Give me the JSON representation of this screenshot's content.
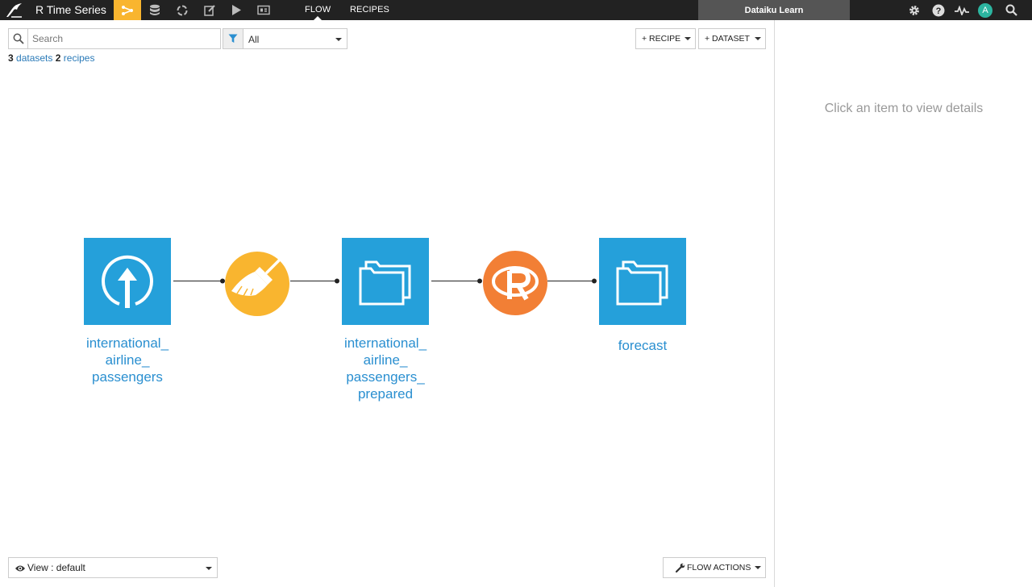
{
  "navbar": {
    "project_title": "R Time Series",
    "icons": [
      "flow-icon",
      "datasets-icon",
      "recipes-cycle-icon",
      "notebook-icon",
      "jobs-play-icon",
      "dashboard-icon"
    ],
    "tabs": [
      {
        "label": "FLOW",
        "active": true
      },
      {
        "label": "RECIPES",
        "active": false
      }
    ],
    "instance_name": "Dataiku Learn",
    "avatar_initial": "A",
    "accent_color": "#f9b52f",
    "background_color": "#222222"
  },
  "filters": {
    "search_placeholder": "Search",
    "filter_value": "All",
    "counts": {
      "datasets_count": "3",
      "datasets_label": "datasets",
      "recipes_count": "2",
      "recipes_label": "recipes"
    }
  },
  "actions": {
    "recipe_label": "+ RECIPE",
    "dataset_label": "+ DATASET",
    "flow_actions_label": "FLOW ACTIONS"
  },
  "details": {
    "placeholder": "Click an item to view details"
  },
  "view": {
    "label": "View : default"
  },
  "flow": {
    "dataset_color": "#25a0da",
    "prepare_recipe_color": "#f9b52f",
    "r_recipe_color": "#f27f35",
    "label_color": "#2a8fd0",
    "nodes": [
      {
        "kind": "dataset",
        "icon": "upload-icon",
        "label_lines": [
          "international_",
          "airline_",
          "passengers"
        ]
      },
      {
        "kind": "recipe",
        "icon": "broom-icon"
      },
      {
        "kind": "dataset",
        "icon": "folder-icon",
        "label_lines": [
          "international_",
          "airline_",
          "passengers_",
          "prepared"
        ]
      },
      {
        "kind": "recipe",
        "icon": "r-logo-icon"
      },
      {
        "kind": "dataset",
        "icon": "folder-icon",
        "label_lines": [
          "forecast"
        ]
      }
    ]
  }
}
